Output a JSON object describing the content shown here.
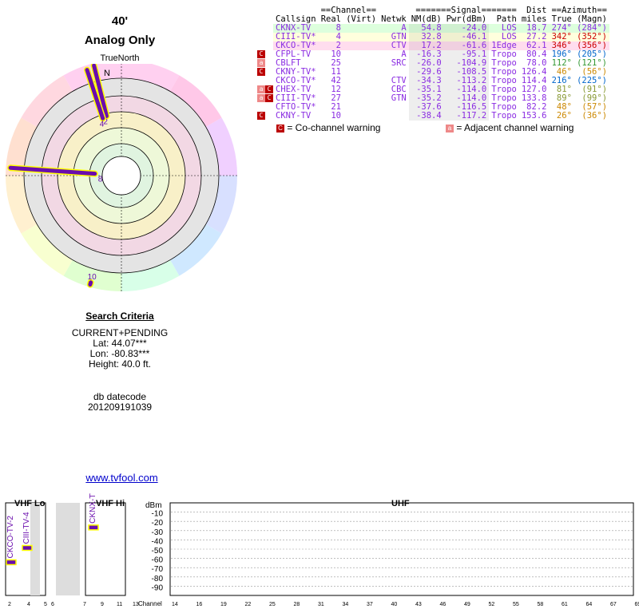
{
  "header": {
    "height_label": "40'",
    "mode": "Analog Only",
    "north_label": "TrueNorth"
  },
  "radar": {
    "ring_labels": [
      "N"
    ],
    "stations": [
      {
        "label": "2",
        "azimuth": 346,
        "r1": 0.53,
        "r2": 0.98
      },
      {
        "label": "4",
        "azimuth": 342,
        "r1": 0.52,
        "r2": 0.96
      },
      {
        "label": "8",
        "azimuth": 274,
        "r1": 0.23,
        "r2": 0.96
      },
      {
        "label": "10",
        "azimuth": 196,
        "r1": 0.96,
        "r2": 0.98
      }
    ]
  },
  "table": {
    "group_headers": {
      "channel": "==Channel==",
      "signal": "=======Signal=======",
      "dist": "Dist",
      "azimuth": "==Azimuth=="
    },
    "columns": [
      "Callsign",
      "Real",
      "(Virt)",
      "Netwk",
      "NM(dB)",
      "Pwr(dBm)",
      "Path",
      "miles",
      "True",
      "(Magn)"
    ],
    "rows": [
      {
        "warn": "",
        "callsign": "CKNX-TV",
        "real": "8",
        "virt": "",
        "netwk": "A",
        "nm": "54.8",
        "pwr": "-24.0",
        "path": "LOS",
        "dist": "18.7",
        "true": "274°",
        "magn": "(284°)",
        "color": "#8a2be2",
        "azcolor": "#8a2be2",
        "bg": "#dfd"
      },
      {
        "warn": "",
        "callsign": "CIII-TV*",
        "real": "4",
        "virt": "",
        "netwk": "GTN",
        "nm": "32.8",
        "pwr": "-46.1",
        "path": "LOS",
        "dist": "27.2",
        "true": "342°",
        "magn": "(352°)",
        "color": "#8a2be2",
        "azcolor": "#c00",
        "bg": "#ffd"
      },
      {
        "warn": "",
        "callsign": "CKCO-TV*",
        "real": "2",
        "virt": "",
        "netwk": "CTV",
        "nm": "17.2",
        "pwr": "-61.6",
        "path": "1Edge",
        "dist": "62.1",
        "true": "346°",
        "magn": "(356°)",
        "color": "#8a2be2",
        "azcolor": "#c00",
        "bg": "#fde"
      },
      {
        "warn": "C",
        "callsign": "CFPL-TV",
        "real": "10",
        "virt": "",
        "netwk": "A",
        "nm": "-16.3",
        "pwr": "-95.1",
        "path": "Tropo",
        "dist": "80.4",
        "true": "196°",
        "magn": "(205°)",
        "color": "#8a2be2",
        "azcolor": "#06c",
        "bg": "#fff"
      },
      {
        "warn": "a",
        "callsign": "CBLFT",
        "real": "25",
        "virt": "",
        "netwk": "SRC",
        "nm": "-26.0",
        "pwr": "-104.9",
        "path": "Tropo",
        "dist": "78.0",
        "true": "112°",
        "magn": "(121°)",
        "color": "#8a2be2",
        "azcolor": "#393",
        "bg": "#fff"
      },
      {
        "warn": "C",
        "callsign": "CKNY-TV*",
        "real": "11",
        "virt": "",
        "netwk": "",
        "nm": "-29.6",
        "pwr": "-108.5",
        "path": "Tropo",
        "dist": "126.4",
        "true": "46°",
        "magn": "(56°)",
        "color": "#8a2be2",
        "azcolor": "#c80",
        "bg": "#fff"
      },
      {
        "warn": "",
        "callsign": "CKCO-TV*",
        "real": "42",
        "virt": "",
        "netwk": "CTV",
        "nm": "-34.3",
        "pwr": "-113.2",
        "path": "Tropo",
        "dist": "114.4",
        "true": "216°",
        "magn": "(225°)",
        "color": "#8a2be2",
        "azcolor": "#06c",
        "bg": "#fff"
      },
      {
        "warn": "aC",
        "callsign": "CHEX-TV",
        "real": "12",
        "virt": "",
        "netwk": "CBC",
        "nm": "-35.1",
        "pwr": "-114.0",
        "path": "Tropo",
        "dist": "127.0",
        "true": "81°",
        "magn": "(91°)",
        "color": "#8a2be2",
        "azcolor": "#893",
        "bg": "#fff"
      },
      {
        "warn": "aC",
        "callsign": "CIII-TV*",
        "real": "27",
        "virt": "",
        "netwk": "GTN",
        "nm": "-35.2",
        "pwr": "-114.0",
        "path": "Tropo",
        "dist": "133.8",
        "true": "89°",
        "magn": "(99°)",
        "color": "#8a2be2",
        "azcolor": "#893",
        "bg": "#fff"
      },
      {
        "warn": "",
        "callsign": "CFTO-TV*",
        "real": "21",
        "virt": "",
        "netwk": "",
        "nm": "-37.6",
        "pwr": "-116.5",
        "path": "Tropo",
        "dist": "82.2",
        "true": "48°",
        "magn": "(57°)",
        "color": "#8a2be2",
        "azcolor": "#c80",
        "bg": "#fff"
      },
      {
        "warn": "C",
        "callsign": "CKNY-TV",
        "real": "10",
        "virt": "",
        "netwk": "",
        "nm": "-38.4",
        "pwr": "-117.2",
        "path": "Tropo",
        "dist": "153.6",
        "true": "26°",
        "magn": "(36°)",
        "color": "#8a2be2",
        "azcolor": "#c80",
        "bg": "#fff"
      }
    ],
    "legend": {
      "cochannel": "= Co-channel warning",
      "adjacent": "= Adjacent channel warning",
      "c_glyph": "C",
      "a_glyph": "a"
    }
  },
  "criteria": {
    "heading": "Search Criteria",
    "mode": "CURRENT+PENDING",
    "lat": "Lat: 44.07***",
    "lon": "Lon: -80.83***",
    "height": "Height: 40.0 ft.",
    "db_label": "db datecode",
    "db_value": "201209191039"
  },
  "link": "www.tvfool.com",
  "spectrum": {
    "vhf_lo": "VHF Lo",
    "vhf_hi": "VHF Hi",
    "uhf": "UHF",
    "dbm": "dBm",
    "channel_label": "Channel",
    "dbm_ticks": [
      "-10",
      "-20",
      "-30",
      "-40",
      "-50",
      "-60",
      "-70",
      "-80",
      "-90"
    ],
    "vhf_ticks": [
      "2",
      "4",
      "5",
      "6",
      "7",
      "9",
      "11",
      "13"
    ],
    "uhf_ticks": [
      "14",
      "16",
      "19",
      "22",
      "25",
      "28",
      "31",
      "34",
      "37",
      "40",
      "43",
      "46",
      "49",
      "52",
      "55",
      "58",
      "61",
      "64",
      "67",
      "69"
    ],
    "signals": [
      {
        "label": "CKCO-TV-2",
        "channel": 2,
        "dbm": -61.6
      },
      {
        "label": "CIII-TV-4",
        "channel": 4,
        "dbm": -46.1
      },
      {
        "label": "CKNX-TV",
        "channel": 8,
        "dbm": -24.0
      }
    ]
  }
}
